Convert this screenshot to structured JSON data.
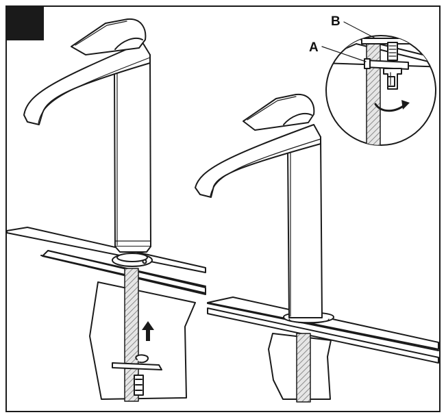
{
  "callouts": {
    "a": "A",
    "b": "B"
  },
  "colors": {
    "line": "#1a1a1a",
    "fill": "#ffffff",
    "hatch": "#b8b8b8",
    "step_badge": "#1a1a1a"
  },
  "icons": {
    "step_badge": "black-square-badge",
    "direction_up": "up-arrow-icon",
    "rotate": "curved-rotate-arrow-icon"
  }
}
